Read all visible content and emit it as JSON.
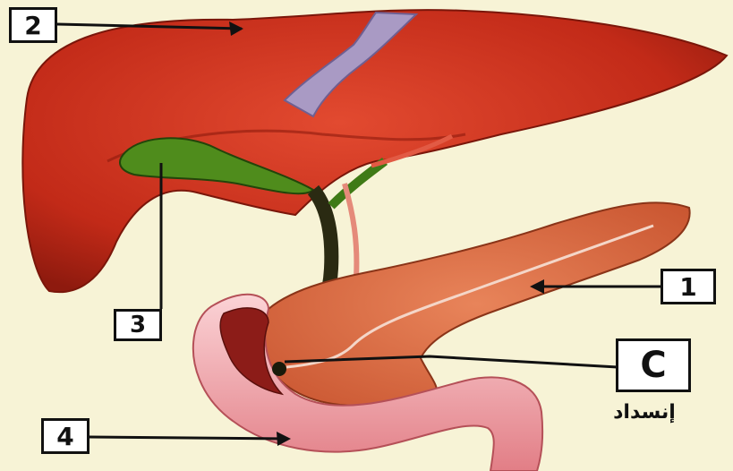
{
  "labels": {
    "liver": "2",
    "gallbladder": "3",
    "duodenum": "4",
    "pancreas": "1",
    "obstruction": "C"
  },
  "obstruction_caption": "إنسداد",
  "colors": {
    "background": "#f7f3d6",
    "liver": "#c8301c",
    "gallbladder": "#4f8c1c",
    "pancreas": "#d9663a",
    "duodenum": "#e98a8a",
    "ligament": "#a99ac4"
  }
}
